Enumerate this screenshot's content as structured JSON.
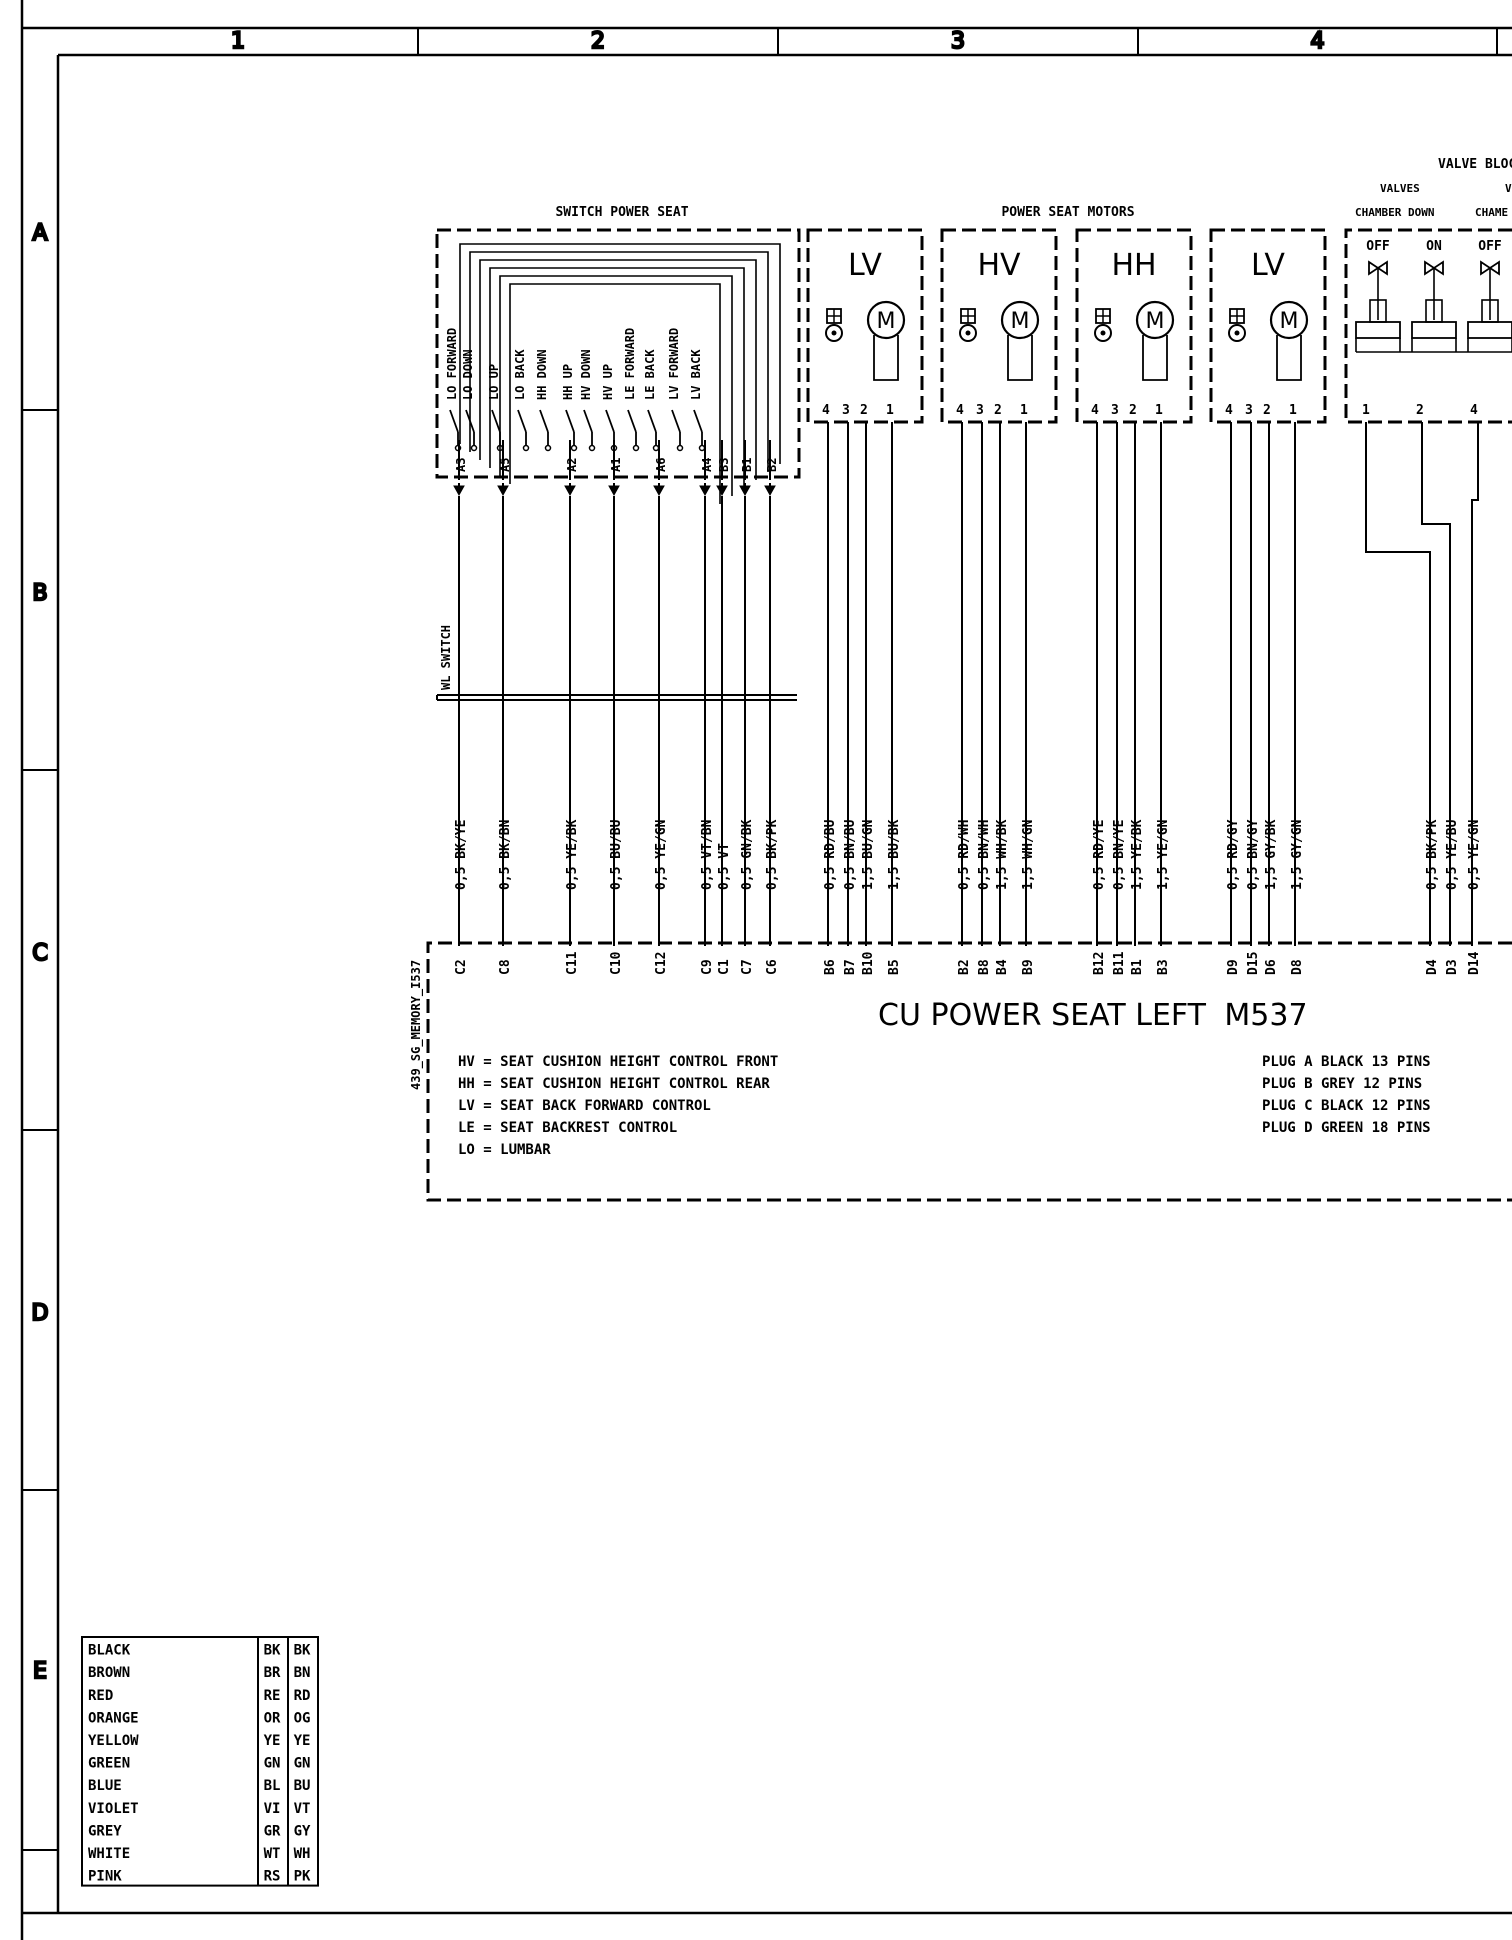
{
  "grid": {
    "columns": [
      "1",
      "2",
      "3",
      "4"
    ],
    "rows": [
      "A",
      "B",
      "C",
      "D",
      "E"
    ]
  },
  "switch_block": {
    "title": "SWITCH POWER SEAT",
    "contacts": [
      "LO FORWARD",
      "LO DOWN",
      "LO UP",
      "LO BACK",
      "HH DOWN",
      "HH UP",
      "HV DOWN",
      "HV UP",
      "LE FORWARD",
      "LE BACK",
      "LV FORWARD",
      "LV BACK"
    ],
    "pins": [
      "A3",
      "A5",
      "A2",
      "A1",
      "A6",
      "A4",
      "B3",
      "B1",
      "B2"
    ],
    "wl_label": "WL SWITCH"
  },
  "motors": {
    "title": "POWER SEAT MOTORS",
    "motor_symbol": "M",
    "pin_labels": [
      "4",
      "3",
      "2",
      "1"
    ],
    "units": [
      {
        "name": "LV",
        "wires": [
          "0,5 RD/BU",
          "0,5 BN/BU",
          "1,5 BU/GN",
          "1,5 BU/BK"
        ],
        "pins": [
          "B6",
          "B7",
          "B10",
          "B5"
        ]
      },
      {
        "name": "HV",
        "wires": [
          "0,5 RD/WH",
          "0,5 BN/WH",
          "1,5 WH/BK",
          "1,5 WH/GN"
        ],
        "pins": [
          "B2",
          "B8",
          "B4",
          "B9"
        ]
      },
      {
        "name": "HH",
        "wires": [
          "0,5 RD/YE",
          "0,5 BN/YE",
          "1,5 YE/BK",
          "1,5 YE/GN"
        ],
        "pins": [
          "B12",
          "B11",
          "B1",
          "B3"
        ]
      },
      {
        "name": "LV",
        "wires": [
          "0,5 RD/GY",
          "0,5 BN/GY",
          "1,5 GY/BK",
          "1,5 GY/GN"
        ],
        "pins": [
          "D9",
          "D15",
          "D6",
          "D8"
        ]
      }
    ]
  },
  "switch_wires": {
    "labels": [
      "0,5 BK/YE",
      "0,5 BK/BN",
      "0,5 YE/BK",
      "0,5 BU/BU",
      "0,5 YE/GN",
      "0,5 VT/BN",
      "0,5 VT",
      "0,5 GN/BK",
      "0,5 BK/PK"
    ],
    "pins": [
      "C2",
      "C8",
      "C11",
      "C10",
      "C12",
      "C9",
      "C1",
      "C7",
      "C6"
    ]
  },
  "valve_block": {
    "title": "VALVE BLOCK LUM",
    "valves_label": "VALVES",
    "valves_label_2": "V",
    "chamber_label": "CHAMBER DOWN",
    "chamber_label_2": "CHAME",
    "states": [
      "OFF",
      "ON",
      "OFF"
    ],
    "pins": [
      "1",
      "2",
      "4"
    ],
    "wires": [
      "0,5 BK/PK",
      "0,5 YE/BU",
      "0,5 YE/GN"
    ],
    "cu_pins": [
      "D4",
      "D3",
      "D14"
    ]
  },
  "control_unit": {
    "title": "CU POWER SEAT LEFT",
    "code": "M537",
    "side_label": "439_SG_MEMORY_I537",
    "legend": [
      "HV = SEAT CUSHION HEIGHT CONTROL FRONT",
      "HH = SEAT CUSHION HEIGHT CONTROL REAR",
      "LV = SEAT BACK FORWARD CONTROL",
      "LE = SEAT BACKREST CONTROL",
      "LO = LUMBAR"
    ],
    "plugs": [
      "PLUG A BLACK  13 PINS",
      "PLUG B GREY   12 PINS",
      "PLUG C BLACK  12 PINS",
      "PLUG D GREEN  18 PINS"
    ]
  },
  "color_table": [
    [
      "BLACK",
      "BK",
      "BK"
    ],
    [
      "BROWN",
      "BR",
      "BN"
    ],
    [
      "RED",
      "RE",
      "RD"
    ],
    [
      "ORANGE",
      "OR",
      "OG"
    ],
    [
      "YELLOW",
      "YE",
      "YE"
    ],
    [
      "GREEN",
      "GN",
      "GN"
    ],
    [
      "BLUE",
      "BL",
      "BU"
    ],
    [
      "VIOLET",
      "VI",
      "VT"
    ],
    [
      "GREY",
      "GR",
      "GY"
    ],
    [
      "WHITE",
      "WT",
      "WH"
    ],
    [
      "PINK",
      "RS",
      "PK"
    ]
  ]
}
